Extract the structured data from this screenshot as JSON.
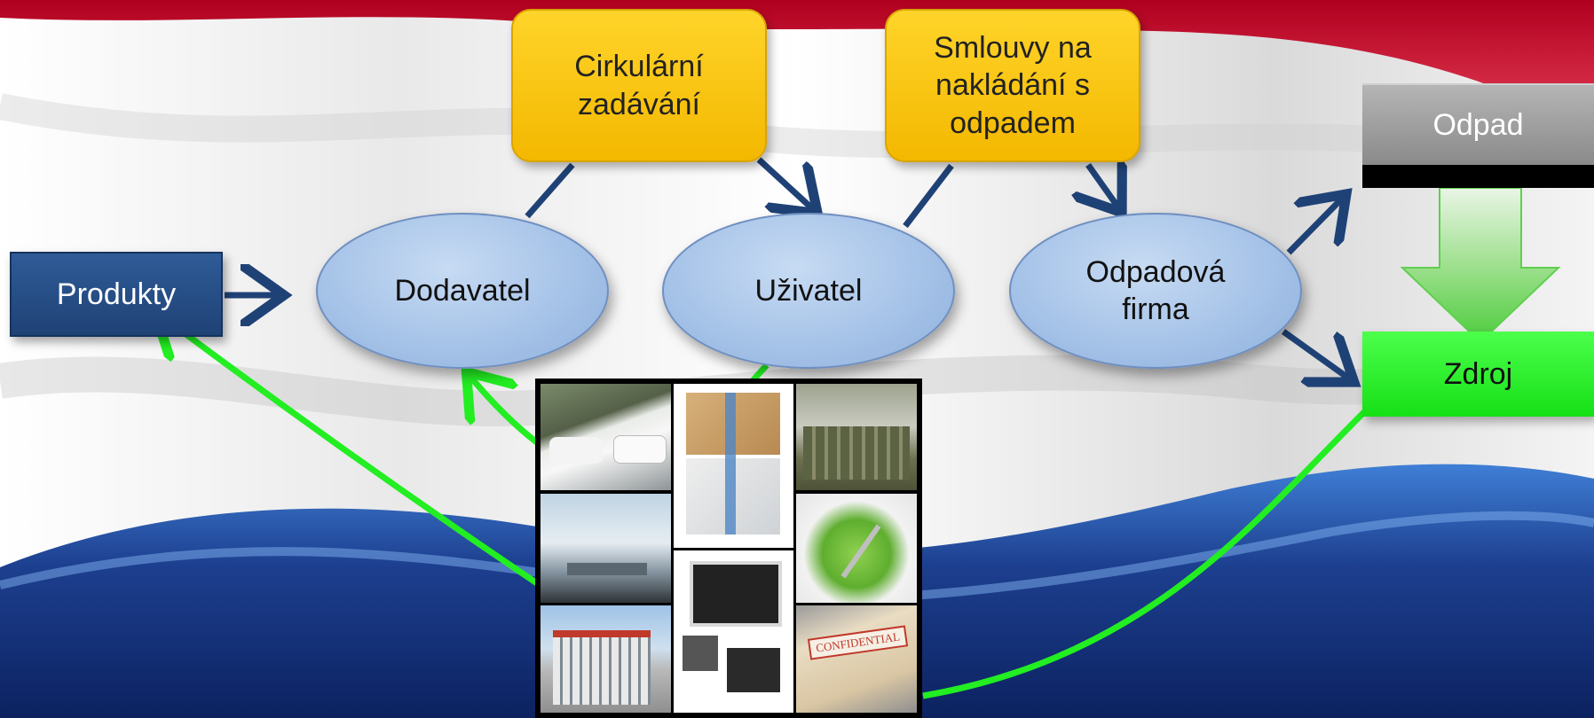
{
  "diagram": {
    "nodes": {
      "produkty": "Produkty",
      "dodavatel": "Dodavatel",
      "uzivatel": "Uživatel",
      "odpadova_firma": "Odpadová firma",
      "odpad": "Odpad",
      "zdroj": "Zdroj",
      "cirkularni_zadavani": "Cirkulární zadávání",
      "smlouvy": "Smlouvy na nakládání s odpadem"
    },
    "photo_stamp": "CONFIDENTIAL"
  },
  "colors": {
    "flag_red": "#c8102e",
    "flag_white": "#ffffff",
    "flag_blue": "#1d3f8f",
    "arrow_dark": "#1f4276",
    "arrow_green": "#22ee22",
    "node_yellow": "#ffc000",
    "node_ellipse": "#a6c3e8",
    "node_blue": "#1f4e8c",
    "node_grey": "#a0a0a0",
    "node_green": "#22ee22"
  },
  "icons": {
    "down_arrow": "green-down-arrow-icon"
  }
}
